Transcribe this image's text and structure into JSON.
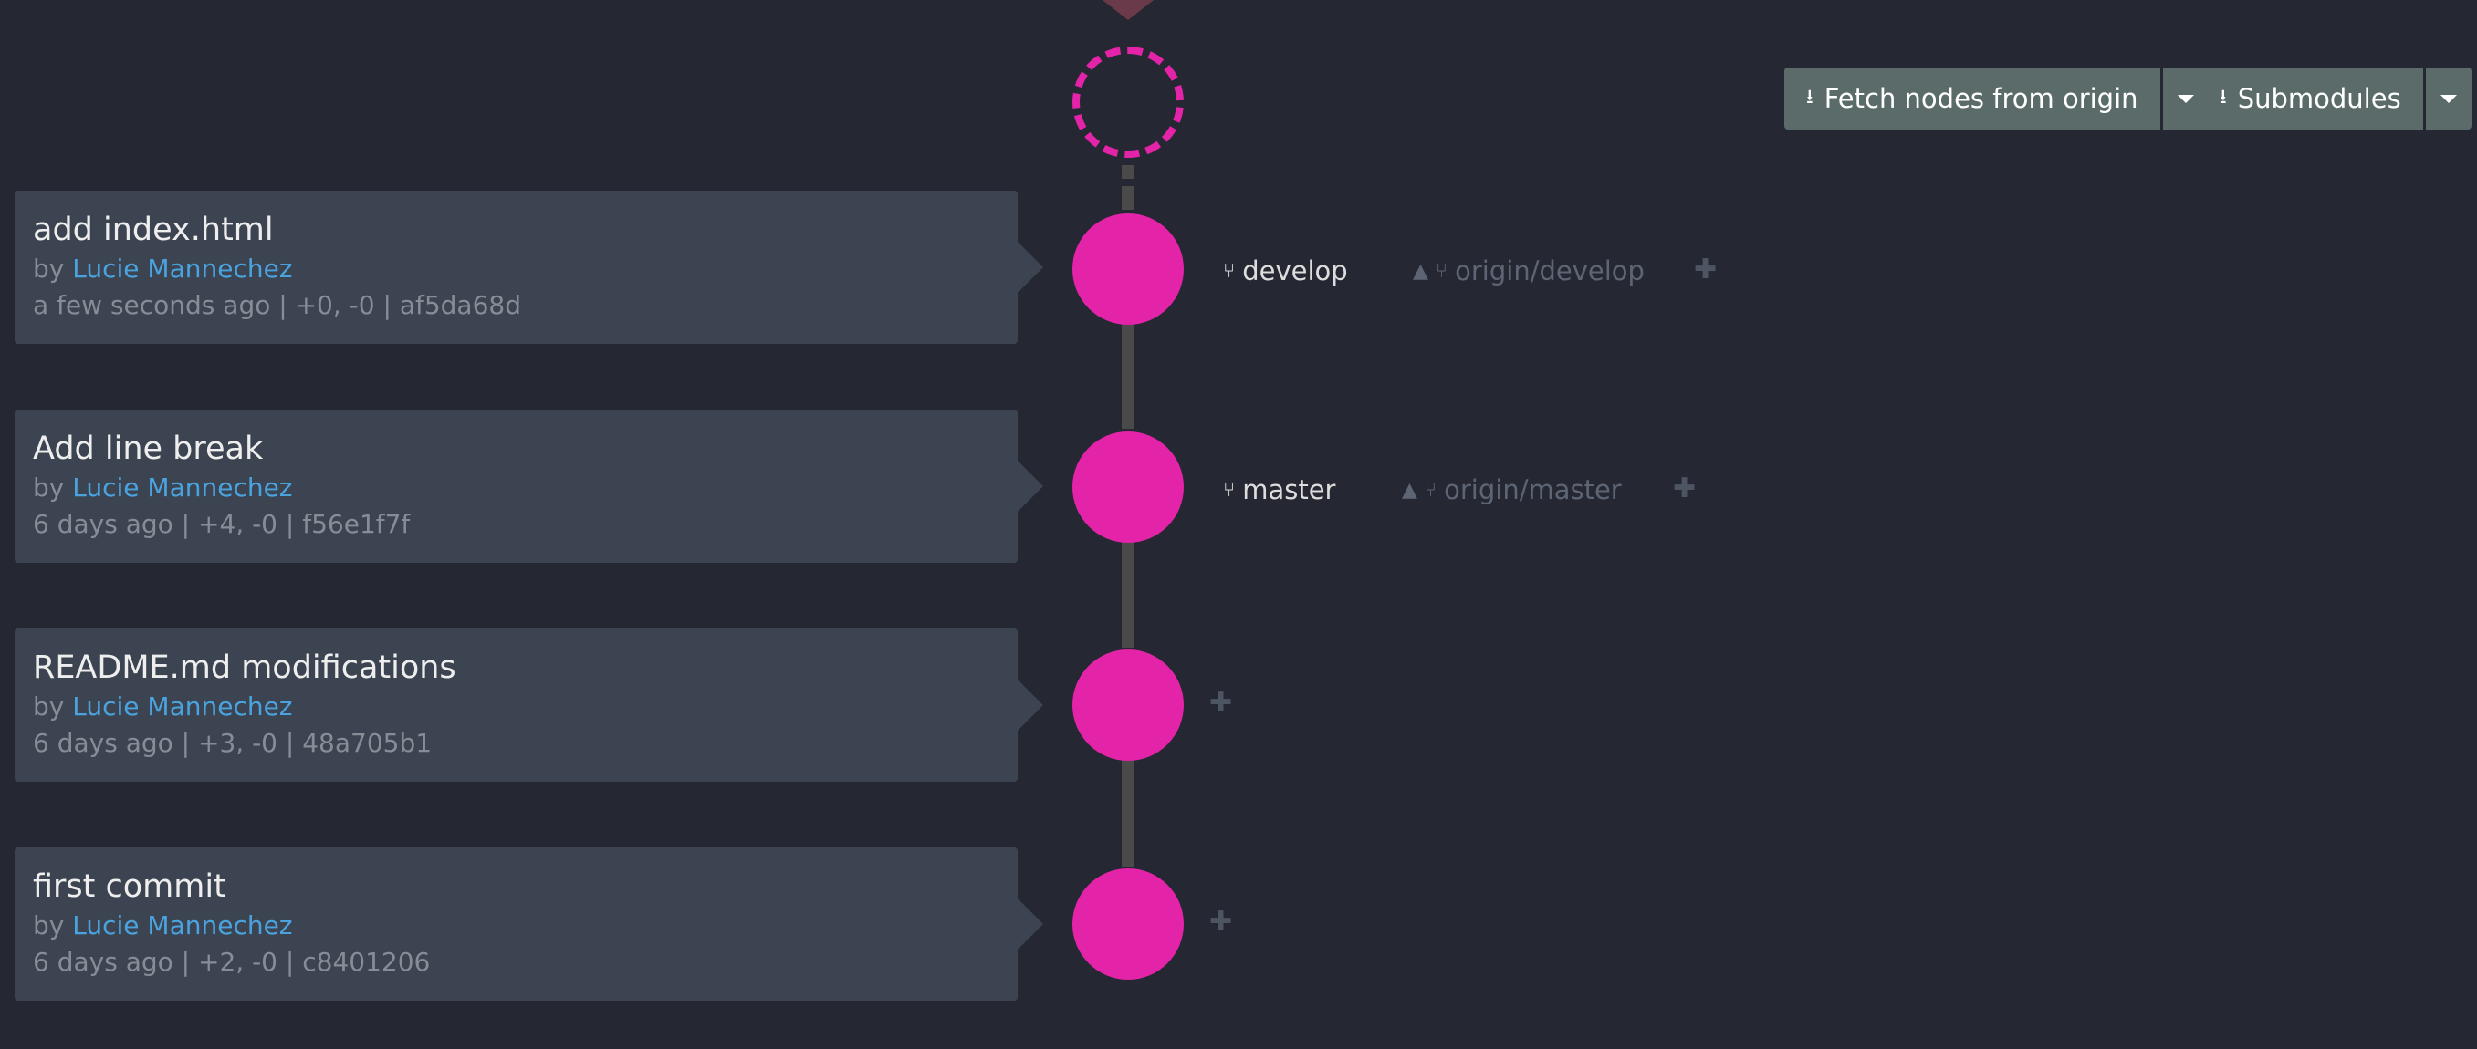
{
  "toolbar": {
    "fetch_label": "Fetch nodes from origin",
    "submodules_label": "Submodules"
  },
  "commits": [
    {
      "title": "add index.html",
      "by": "by",
      "author": "Lucie Mannechez",
      "meta": "a few seconds ago | +0, -0 | af5da68d",
      "local_branch": "develop",
      "remote_branch": "origin/develop"
    },
    {
      "title": "Add line break",
      "by": "by",
      "author": "Lucie Mannechez",
      "meta": "6 days ago | +4, -0 | f56e1f7f",
      "local_branch": "master",
      "remote_branch": "origin/master"
    },
    {
      "title": "README.md modifications",
      "by": "by",
      "author": "Lucie Mannechez",
      "meta": "6 days ago | +3, -0 | 48a705b1"
    },
    {
      "title": "first commit",
      "by": "by",
      "author": "Lucie Mannechez",
      "meta": "6 days ago | +2, -0 | c8401206"
    }
  ],
  "colors": {
    "background": "#252833",
    "node": "#e323a8",
    "card": "#3b4450",
    "author_link": "#4aa3df",
    "button": "#5a6b6a"
  },
  "icons": {
    "branch": "branch-icon",
    "warning": "warning-icon",
    "download": "download-icon",
    "plus": "plus-icon"
  }
}
